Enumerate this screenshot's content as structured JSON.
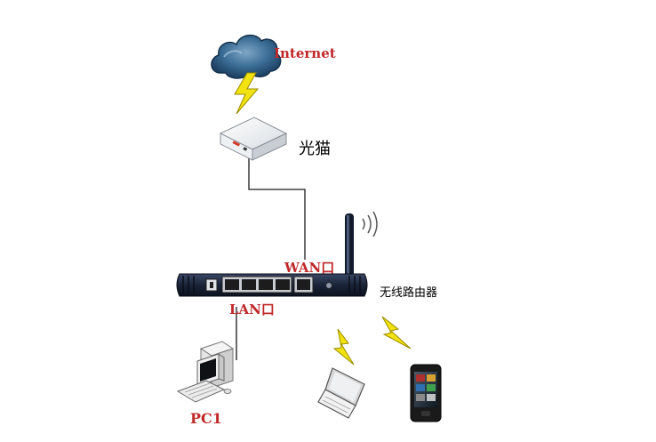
{
  "labels": {
    "internet": "Internet",
    "modem": "光猫",
    "wan_port": "WAN口",
    "lan_port": "LAN口",
    "router": "无线路由器",
    "pc": "PC1"
  },
  "colors": {
    "label_red": "#c0282a",
    "lightning": "#f2e20f",
    "cloud": "#2a5a80",
    "router_body": "#1a2438",
    "cable": "#1a1a1a"
  },
  "icons": {
    "internet": "cloud-icon",
    "modem": "modem-icon",
    "router": "wireless-router-icon",
    "pc": "desktop-pc-icon",
    "laptop": "laptop-icon",
    "phone": "smartphone-icon",
    "wireless_link": "lightning-icon"
  }
}
